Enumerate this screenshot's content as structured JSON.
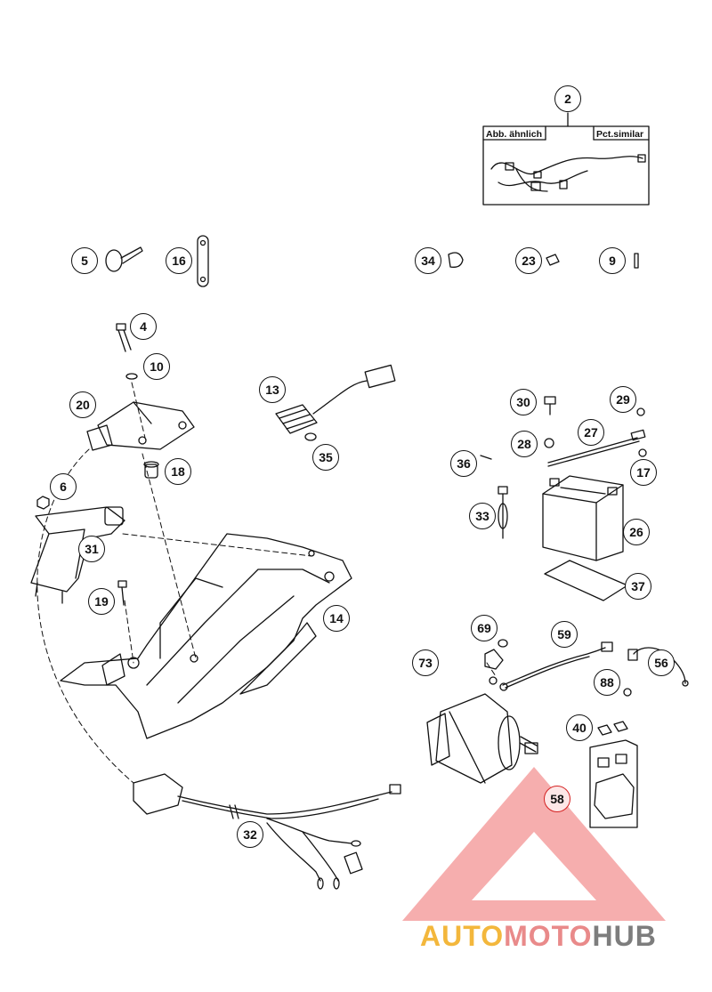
{
  "diagram": {
    "labels_box": {
      "left": "Abb. ähnlich",
      "right": "Pct.similar"
    },
    "callouts": [
      "2",
      "5",
      "16",
      "34",
      "23",
      "9",
      "4",
      "10",
      "20",
      "13",
      "30",
      "29",
      "27",
      "28",
      "36",
      "17",
      "6",
      "18",
      "33",
      "26",
      "31",
      "37",
      "19",
      "14",
      "69",
      "59",
      "73",
      "56",
      "88",
      "40",
      "58",
      "32"
    ],
    "highlighted_callout": "58"
  },
  "watermark": {
    "part1": "AUTO",
    "part2": "MOTO",
    "part3": "HUB",
    "colors": {
      "triangle": "#ef6b6b",
      "auto": "#f3b73c",
      "moto": "#e98a8a",
      "hub": "#7d7d7d"
    }
  }
}
